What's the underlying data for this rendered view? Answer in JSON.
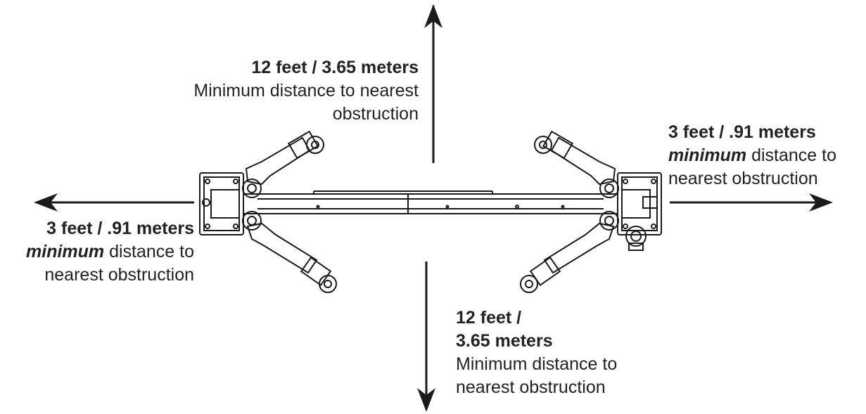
{
  "colors": {
    "ink": "#222222",
    "line": "#1a1a1a",
    "background": "#ffffff"
  },
  "labels": {
    "top": {
      "heading": "12 feet / 3.65 meters",
      "line1": "Minimum distance to nearest",
      "line2": "obstruction"
    },
    "bottom": {
      "heading1": "12 feet /",
      "heading2": "3.65 meters",
      "line1": "Minimum distance to",
      "line2": "nearest obstruction"
    },
    "left": {
      "heading": "3 feet / .91 meters",
      "emphasis": "minimum",
      "rest": " distance to",
      "line2": "nearest obstruction"
    },
    "right": {
      "heading": "3 feet / .91 meters",
      "emphasis": "minimum",
      "rest": " distance to",
      "line2": "nearest obstruction"
    }
  },
  "icons": {
    "lift": "two-post-lift-top-view-icon",
    "arrow": "arrow-icon"
  }
}
